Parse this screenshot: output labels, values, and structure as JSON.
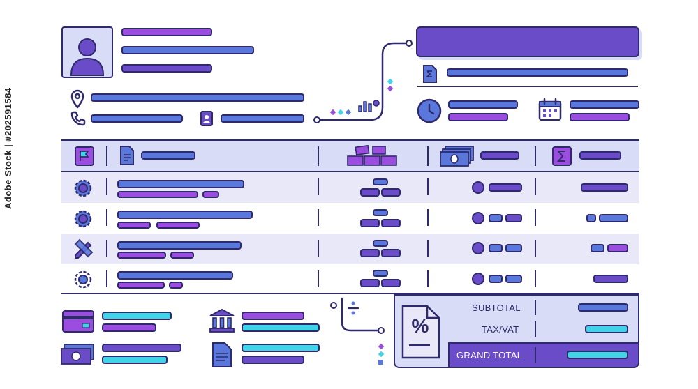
{
  "watermark": "Adobe Stock | #202591584",
  "summary": {
    "subtotal_label": "SUBTOTAL",
    "tax_label": "TAX/VAT",
    "grand_total_label": "GRAND TOTAL",
    "percent_symbol": "%"
  },
  "colors": {
    "outline": "#2e2a6b",
    "purple": "#9b4de0",
    "blue": "#5a78dc",
    "violet": "#6a4bc8",
    "cyan": "#3fd4e8",
    "row_shade": "#e8e8f8",
    "grand_total_bg": "#6a4bc8"
  },
  "icons": {
    "avatar": "user-avatar-icon",
    "location": "map-pin-icon",
    "phone": "phone-icon",
    "contacts": "address-book-icon",
    "sum_doc": "sigma-document-icon",
    "clock": "clock-icon",
    "calendar": "calendar-icon",
    "chart": "bar-chart-icon"
  }
}
